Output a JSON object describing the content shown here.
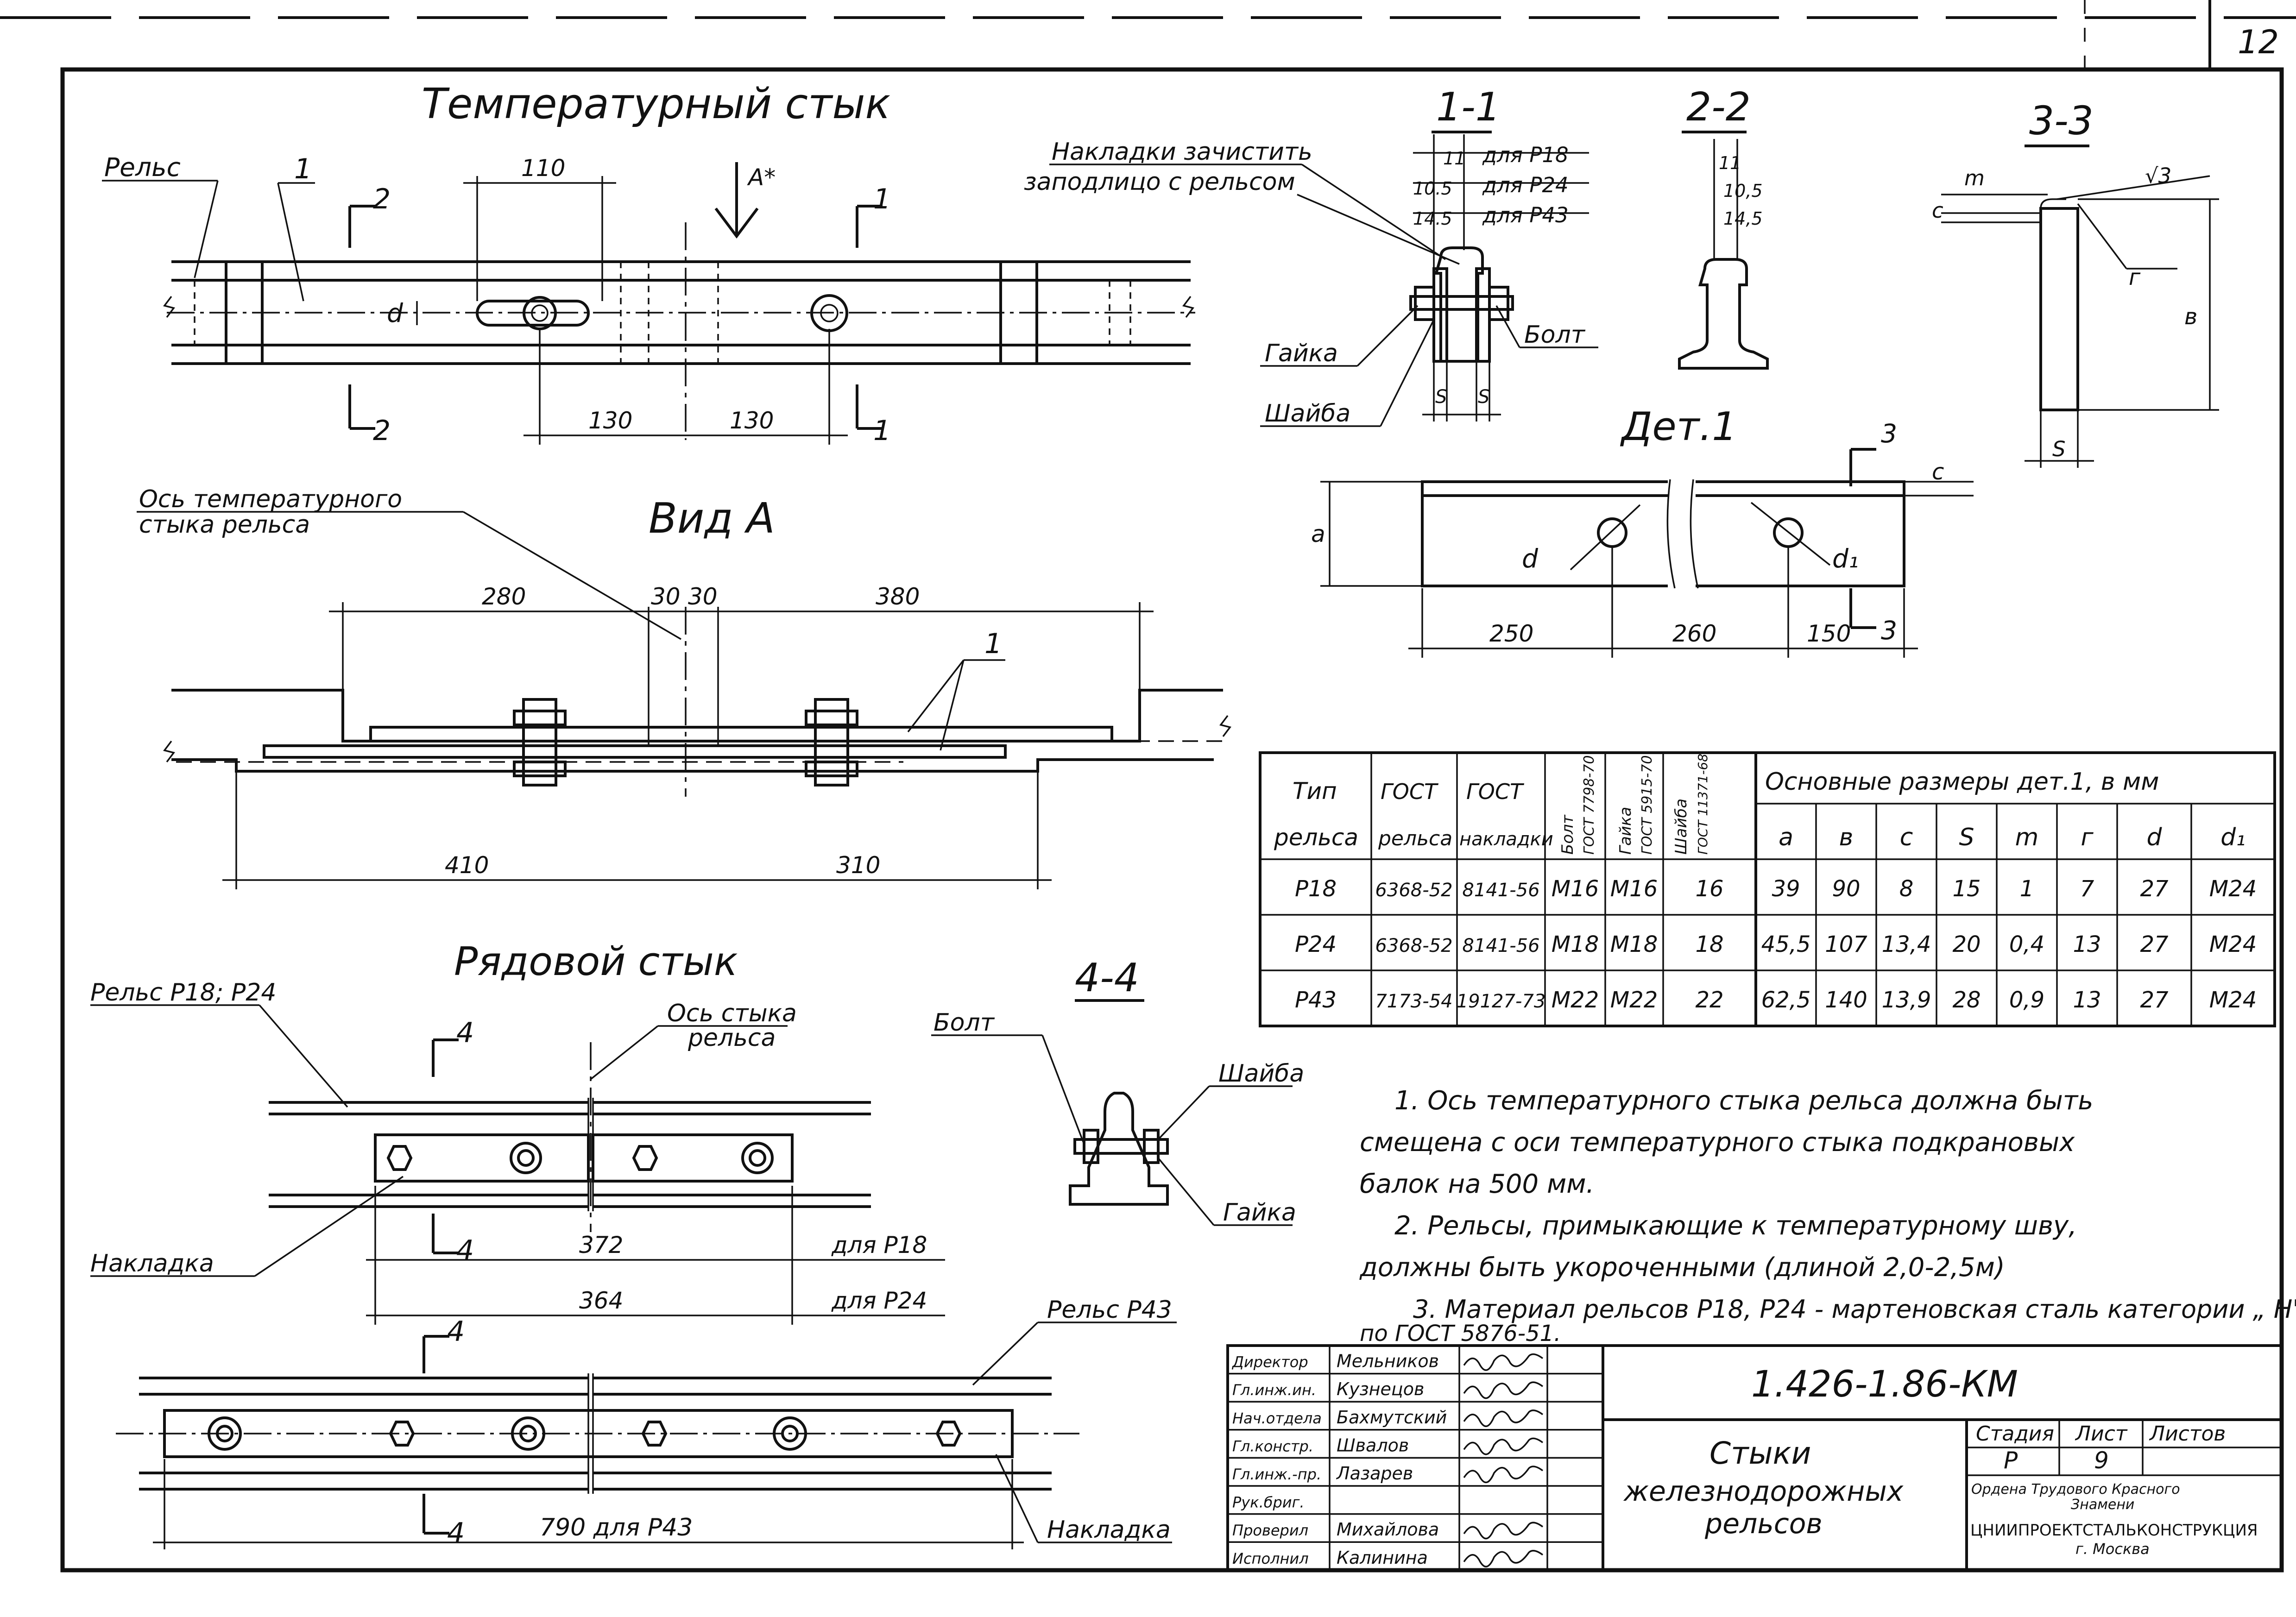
{
  "sheet_no": "12",
  "views": {
    "temp_joint_title": "Температурный стык",
    "view_a_title": "Вид А",
    "row_joint_title": "Рядовой стык",
    "sec11": "1-1",
    "sec22": "2-2",
    "sec33": "3-3",
    "sec44": "4-4",
    "det1": "Дет.1"
  },
  "labels": {
    "rail": "Рельс",
    "axis_temp_1": "Ось температурного",
    "axis_temp_2": "стыка рельса",
    "rail_p18_p24": "Рельс Р18; Р24",
    "axis_joint_1": "Ось стыка",
    "axis_joint_2": "рельса",
    "plate_a": "Накладка",
    "plate_b": "Накладка",
    "rail_p43": "Рельс Р43",
    "clean_1": "Накладки зачистить",
    "clean_2": "заподлицо с рельсом",
    "for_p18": "для Р18",
    "for_p24": "для Р24",
    "for_p43": "для Р43",
    "nut_a": "Гайка",
    "washer_a": "Шайба",
    "bolt_a": "Болт",
    "bolt_b": "Болт",
    "washer_b": "Шайба",
    "nut_b": "Гайка",
    "mark_1": "1",
    "mark_2": "2",
    "mark_3": "3",
    "mark_4": "4",
    "mark_a": "А*",
    "sym_d": "d",
    "sym_d1": "d₁",
    "sym_a": "а",
    "sym_c": "с",
    "sym_m": "m",
    "sym_r": "г",
    "sym_b": "в",
    "sym_s": "S",
    "rough": "√3"
  },
  "dims": {
    "d110": "110",
    "d130a": "130",
    "d130b": "130",
    "d280": "280",
    "d30a": "30",
    "d30b": "30",
    "d380": "380",
    "d410": "410",
    "d310": "310",
    "d372": "372",
    "d364": "364",
    "p18": "для Р18",
    "p24": "для Р24",
    "d790": "790 для Р43",
    "d250": "250",
    "d260": "260",
    "d150": "150",
    "d11": "11",
    "d105": "10.5",
    "d145": "14.5",
    "d11b": "11",
    "d105b": "10,5",
    "d145b": "14,5"
  },
  "table": {
    "h_type": [
      "Тип",
      "рельса"
    ],
    "h_gost_rail": [
      "ГОСТ",
      "рельса"
    ],
    "h_gost_plate": [
      "ГОСТ",
      "накладки"
    ],
    "h_bolt": [
      "Болт",
      "ГОСТ 7798-70"
    ],
    "h_nut": [
      "Гайка",
      "ГОСТ 5915-70"
    ],
    "h_washer": [
      "Шайба",
      "ГОСТ 11371-68"
    ],
    "h_main": "Основные размеры дет.1, в мм",
    "sub": [
      "а",
      "в",
      "с",
      "S",
      "m",
      "г",
      "d",
      "d₁"
    ],
    "rows": [
      [
        "Р18",
        "6368-52",
        "8141-56",
        "М16",
        "М16",
        "16",
        "39",
        "90",
        "8",
        "15",
        "1",
        "7",
        "27",
        "М24"
      ],
      [
        "Р24",
        "6368-52",
        "8141-56",
        "М18",
        "М18",
        "18",
        "45,5",
        "107",
        "13,4",
        "20",
        "0,4",
        "13",
        "27",
        "М24"
      ],
      [
        "Р43",
        "7173-54",
        "19127-73",
        "М22",
        "М22",
        "22",
        "62,5",
        "140",
        "13,9",
        "28",
        "0,9",
        "13",
        "27",
        "М24"
      ]
    ]
  },
  "notes": [
    "1. Ось температурного стыка рельса должна быть",
    "смещена с оси температурного стыка подкрановых",
    "балок на 500 мм.",
    "2. Рельсы, примыкающие к температурному шву,",
    "должны быть укороченными (длиной 2,0-2,5м)",
    "3. Материал рельсов Р18, Р24 - мартеновская сталь категории „ Н\"",
    "по ГОСТ 5876-51."
  ],
  "title_block": {
    "roles": [
      "Директор",
      "Гл.инж.ин.",
      "Нач.отдела",
      "Гл.констр.",
      "Гл.инж.-пр.",
      "Рук.бриг.",
      "Проверил",
      "Исполнил"
    ],
    "names": [
      "Мельников",
      "Кузнецов",
      "Бахмутский",
      "Швалов",
      "Лазарев",
      "",
      "Михайлова",
      "Калинина"
    ],
    "doc_code": "1.426-1.86-КМ",
    "title_1": "Стыки",
    "title_2": "железнодорожных",
    "title_3": "рельсов",
    "stage_h": "Стадия",
    "sheet_h": "Лист",
    "sheets_h": "Листов",
    "stage": "Р",
    "sheet": "9",
    "org_1": "Ордена Трудового Красного",
    "org_2": "Знамени",
    "org_3": "ЦНИИПРОЕКТСТАЛЬКОНСТРУКЦИЯ",
    "org_4": "г. Москва"
  }
}
